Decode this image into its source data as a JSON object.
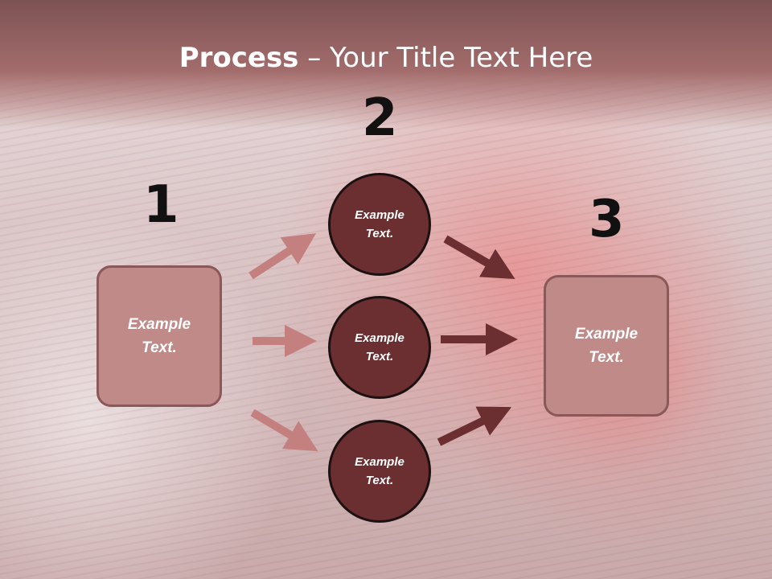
{
  "title": {
    "bold": "Process",
    "rest": " – Your Title Text Here"
  },
  "steps": {
    "step1": {
      "number": "1",
      "text": "Example Text."
    },
    "step2": {
      "number": "2",
      "circles": [
        {
          "text": "Example Text."
        },
        {
          "text": "Example Text."
        },
        {
          "text": "Example Text."
        }
      ]
    },
    "step3": {
      "number": "3",
      "text": "Example Text."
    }
  },
  "colors": {
    "header": "#a36c6c",
    "box_fill": "#c08a89",
    "circle_fill": "#6b2f31",
    "arrow_light": "#c4807f",
    "arrow_dark": "#6b2f31"
  }
}
